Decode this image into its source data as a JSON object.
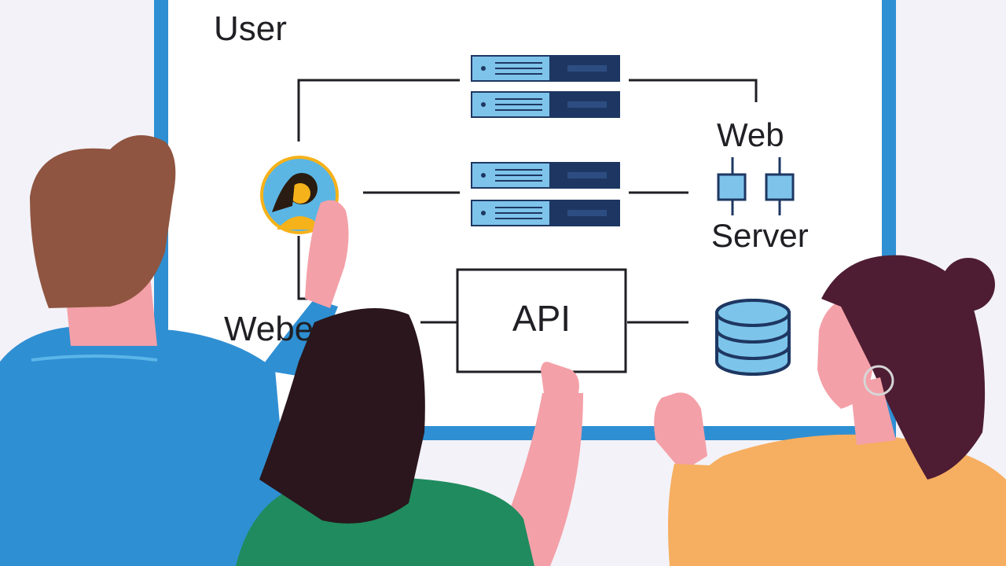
{
  "diagram": {
    "labels": {
      "user": "User",
      "web": "Web",
      "server": "Server",
      "api": "API",
      "webe": "Webe"
    },
    "colors": {
      "frame": "#2f8fd3",
      "board": "#ffffff",
      "server_light": "#7ec3ea",
      "server_dark": "#1e3762",
      "database": "#7cc4ea",
      "line": "#1f1f24"
    }
  },
  "people": {
    "colors": {
      "skin": "#f4a0a8",
      "man_hair": "#8f5540",
      "man_shirt": "#2f8fd3",
      "woman_hair": "#2a161c",
      "woman_shirt": "#1f8b5e",
      "right_hair": "#4e1d33",
      "right_shirt": "#f6ae60",
      "avatar_bg": "#5bb6e4",
      "avatar_person": "#f5b21a"
    }
  }
}
